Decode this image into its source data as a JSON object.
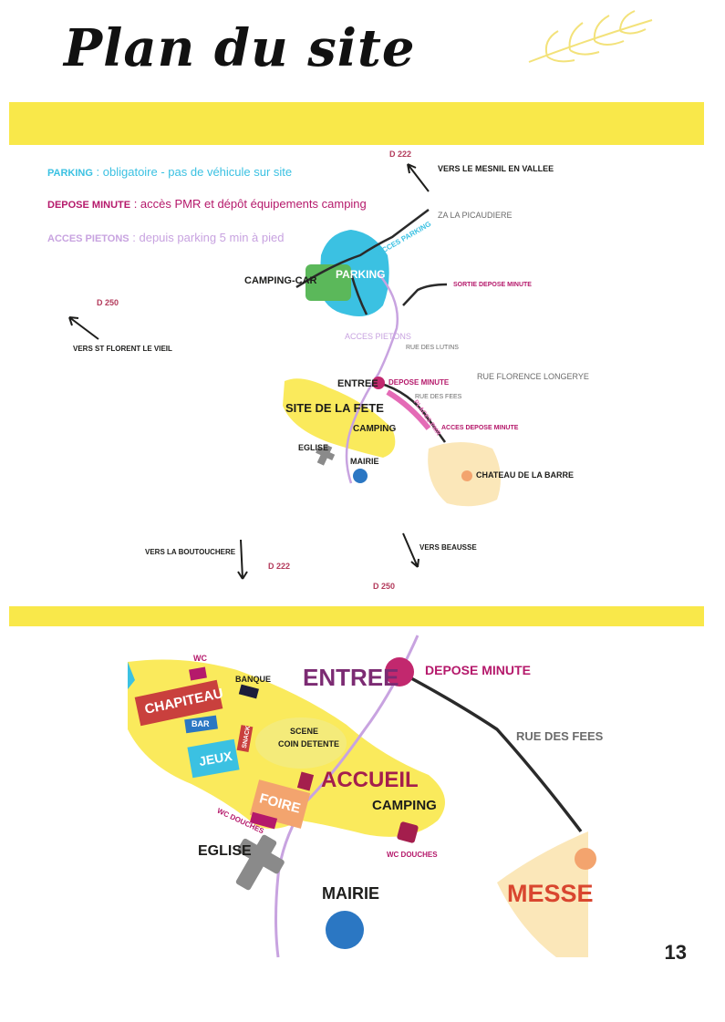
{
  "page": {
    "title": "Plan du site",
    "page_number": "13"
  },
  "legend": {
    "parking_key": "PARKING",
    "parking_text": " : obligatoire - pas de véhicule sur site",
    "depose_key": "DEPOSE MINUTE",
    "depose_text": " : accès PMR et dépôt équipements camping",
    "acces_key": "ACCES PIETONS",
    "acces_text": " : depuis parking 5 min à pied",
    "colors": {
      "parking": "#3bc1e2",
      "depose": "#b5196b",
      "acces": "#c8a3e0"
    }
  },
  "overview_map": {
    "labels": {
      "d222_top": "D 222",
      "vers_mesnil": "VERS LE MESNIL EN VALLEE",
      "za": "ZA LA PICAUDIERE",
      "acces_parking": "ACCES PARKING",
      "camping_car": "CAMPING-CAR",
      "parking": "PARKING",
      "sortie": "SORTIE DEPOSE MINUTE",
      "d250_left": "D 250",
      "vers_st_florent": "VERS ST FLORENT LE VIEIL",
      "acces_pietons": "ACCES PIETONS",
      "rue_lutins": "RUE DES LUTINS",
      "entree": "ENTREE",
      "depose_minute": "DEPOSE MINUTE",
      "rue_florence": "RUE FLORENCE LONGERYE",
      "rue_fees": "RUE DES FEES",
      "site_fete": "SITE DE LA FETE",
      "places_pmr": "PLACES PMR",
      "camping": "CAMPING",
      "acces_depose": "ACCES DEPOSE MINUTE",
      "eglise": "EGLISE",
      "mairie": "MAIRIE",
      "chateau": "CHATEAU DE LA BARRE",
      "vers_boutouchere": "VERS LA BOUTOUCHERE",
      "d222_bottom": "D 222",
      "vers_beausse": "VERS BEAUSSE",
      "d250_bottom": "D 250"
    }
  },
  "detail_map": {
    "labels": {
      "wc_top": "WC",
      "banque": "BANQUE",
      "chapiteau": "CHAPITEAU",
      "bar": "BAR",
      "snack": "SNACK",
      "jeux": "JEUX",
      "scene": "SCENE",
      "coin_detente": "COIN DETENTE",
      "entree": "ENTREE",
      "depose_minute": "DEPOSE MINUTE",
      "rue_fees": "RUE DES FEES",
      "accueil": "ACCUEIL",
      "foire": "FOIRE",
      "camping": "CAMPING",
      "wc_douches_left": "WC DOUCHES",
      "wc_douches_right": "WC DOUCHES",
      "eglise": "EGLISE",
      "mairie": "MAIRIE",
      "messe": "MESSE"
    }
  }
}
